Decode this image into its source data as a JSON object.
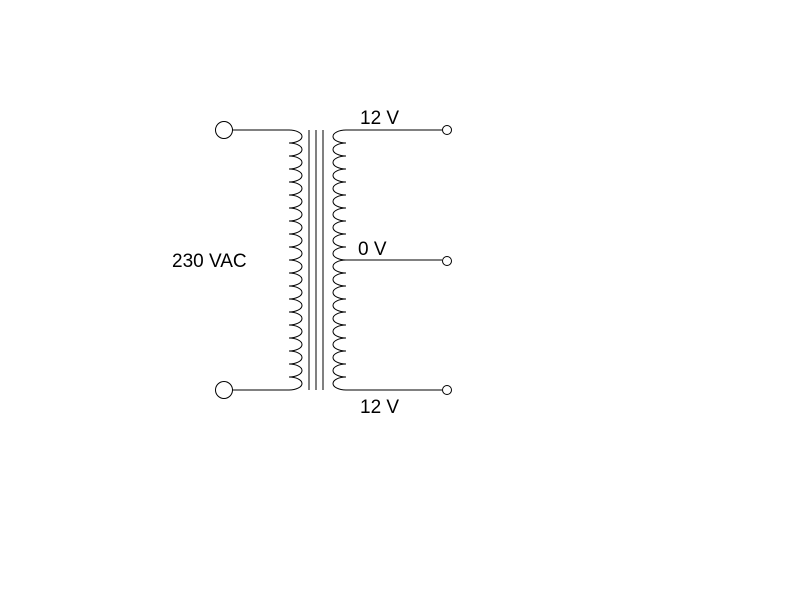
{
  "diagram": {
    "primary_voltage_label": "230 VAC",
    "secondary_top_label": "12 V",
    "secondary_center_label": "0 V",
    "secondary_bottom_label": "12 V"
  },
  "colors": {
    "background": "#ffffff",
    "stroke": "#000000"
  }
}
